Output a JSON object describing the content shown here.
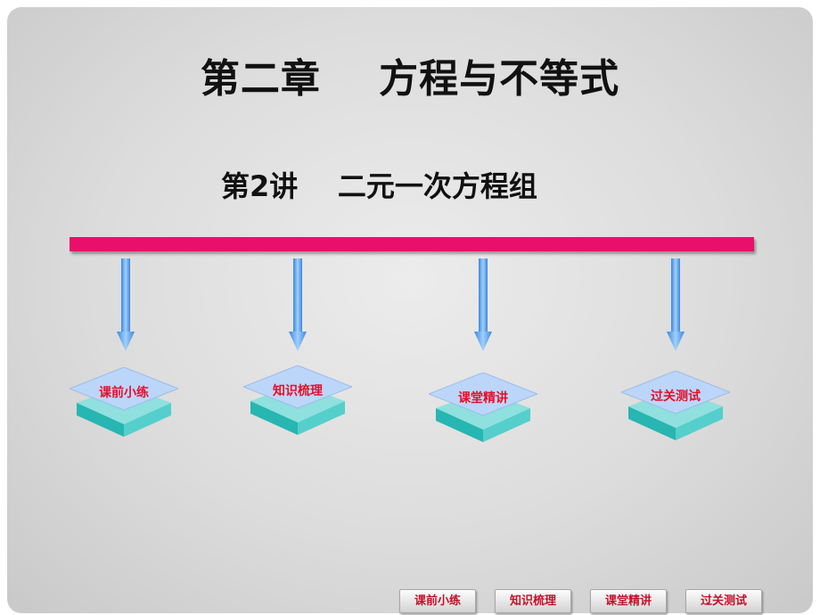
{
  "slide": {
    "chapter_title": "第二章    方程与不等式",
    "lesson_title": "第2讲    二元一次方程组"
  },
  "menu_boxes": [
    {
      "label": "课前小练"
    },
    {
      "label": "知识梳理"
    },
    {
      "label": "课堂精讲"
    },
    {
      "label": "过关测试"
    }
  ],
  "bottom_nav": [
    {
      "label": "课前小练"
    },
    {
      "label": "知识梳理"
    },
    {
      "label": "课堂精讲"
    },
    {
      "label": "过关测试"
    }
  ],
  "colors": {
    "bar": "#e8106a",
    "label_text": "#e4102a",
    "box_top": "#bcd6fa",
    "box_side": "#3ec7c3",
    "arrow": "#5ea6ee"
  }
}
